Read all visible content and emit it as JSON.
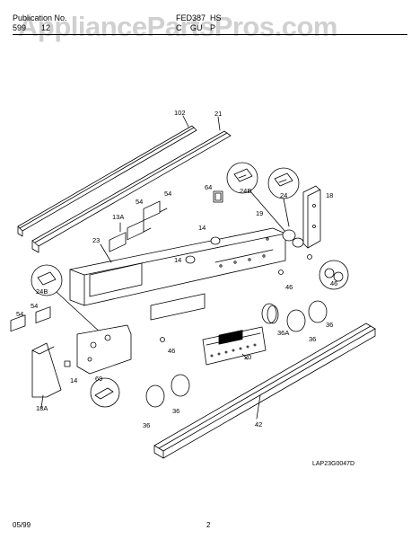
{
  "header": {
    "publication_label": "Publication No.",
    "publication_number": "599",
    "model": "FED387",
    "model_suffix": "HS",
    "section": "C",
    "section_tail": "GU",
    "section_end": "P",
    "publication_digits": "12"
  },
  "watermark": "AppliancePartsPros.com",
  "diagram_id": "LAP23G0047D",
  "footer": {
    "date": "05/99",
    "page": "2"
  },
  "callouts": {
    "c102": "102",
    "c21": "21",
    "c64": "64",
    "c24B_top": "24B",
    "c24_top": "24",
    "c18": "18",
    "c54a": "54",
    "c54b": "54",
    "c13A": "13A",
    "c14a": "14",
    "c19": "19",
    "c23": "23",
    "c14b": "14",
    "c46a": "46",
    "c46b": "46",
    "c24B_left": "24B",
    "c54c": "54",
    "c54d": "54",
    "c36a": "36",
    "c36A": "36A",
    "c36b": "36",
    "c46c": "46",
    "c20": "20",
    "c18A": "18A",
    "c14c": "14",
    "c69": "69",
    "c36c": "36",
    "c36d": "36",
    "c42": "42"
  }
}
